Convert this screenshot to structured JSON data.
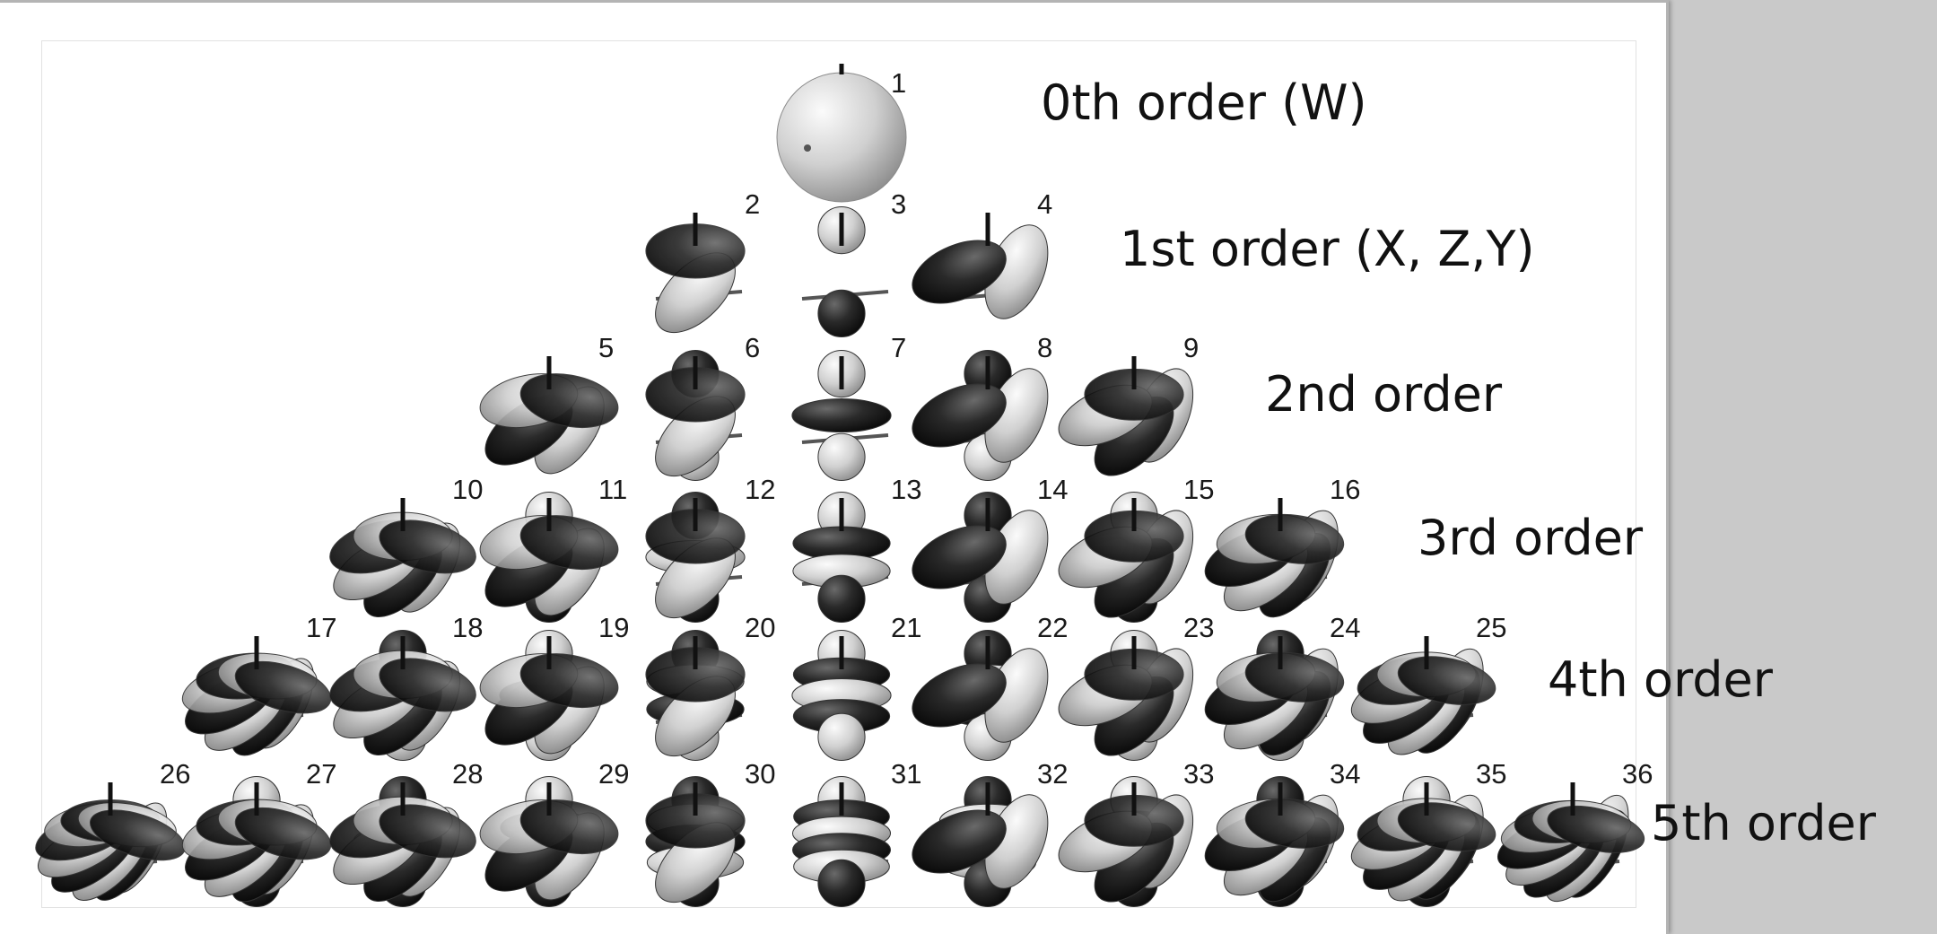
{
  "diagram": {
    "orders": [
      {
        "label": "0th order (W)",
        "start": 1,
        "end": 1
      },
      {
        "label": "1st order (X, Z,Y)",
        "start": 2,
        "end": 4
      },
      {
        "label": "2nd order",
        "start": 5,
        "end": 9
      },
      {
        "label": "3rd order",
        "start": 10,
        "end": 16
      },
      {
        "label": "4th order",
        "start": 17,
        "end": 25
      },
      {
        "label": "5th order",
        "start": 26,
        "end": 36
      }
    ],
    "colors": {
      "positive_lobe": "#d8d8d8",
      "negative_lobe": "#262626",
      "background": "#ffffff",
      "outer": "#c9c9c9"
    }
  }
}
